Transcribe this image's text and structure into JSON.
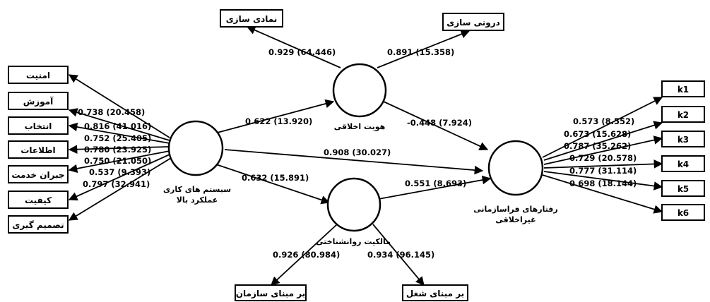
{
  "latents": {
    "hpws": {
      "line1": "سیستم های کاری",
      "line2": "عملکرد بالا"
    },
    "moral_identity": {
      "line1": "هویت اخلاقی"
    },
    "ownership": {
      "line1": "مالکیت روانشناختی"
    },
    "upb": {
      "line1": "رفتارهای فراسازمانی",
      "line2": "غیراخلاقی"
    }
  },
  "indicators": {
    "hpws": [
      "امنیت",
      "آموزش",
      "انتخاب",
      "اطلاعات",
      "جبران خدمت",
      "کیفیت",
      "تصمیم گیری"
    ],
    "moral_identity": [
      "نمادی سازی",
      "درونی سازی"
    ],
    "ownership": [
      "بر مبنای سازمان",
      "بر مبنای شغل"
    ],
    "upb": [
      "k1",
      "k2",
      "k3",
      "k4",
      "k5",
      "k6"
    ]
  },
  "loadings": {
    "hpws": [
      "0.738 (20.458)",
      "0.816 (41.016)",
      "0.752 (25.405)",
      "0.780 (23.925)",
      "0.750 (21.050)",
      "0.537 (9.393)",
      "0.797 (32.941)"
    ],
    "moral_identity": [
      "0.929 (64.446)",
      "0.891 (15.358)"
    ],
    "ownership": [
      "0.926 (80.984)",
      "0.934 (96.145)"
    ],
    "upb": [
      "0.573 (8.552)",
      "0.673 (15.628)",
      "0.787 (35.262)",
      "0.729 (20.578)",
      "0.777 (31.114)",
      "0.698 (18.144)"
    ]
  },
  "paths": {
    "hpws_moral": "0.622 (13.920)",
    "moral_upb": "-0.448 (7.924)",
    "hpws_upb": "0.908 (30.027)",
    "hpws_ownership": "0.632 (15.891)",
    "ownership_upb": "0.551 (8.693)"
  }
}
